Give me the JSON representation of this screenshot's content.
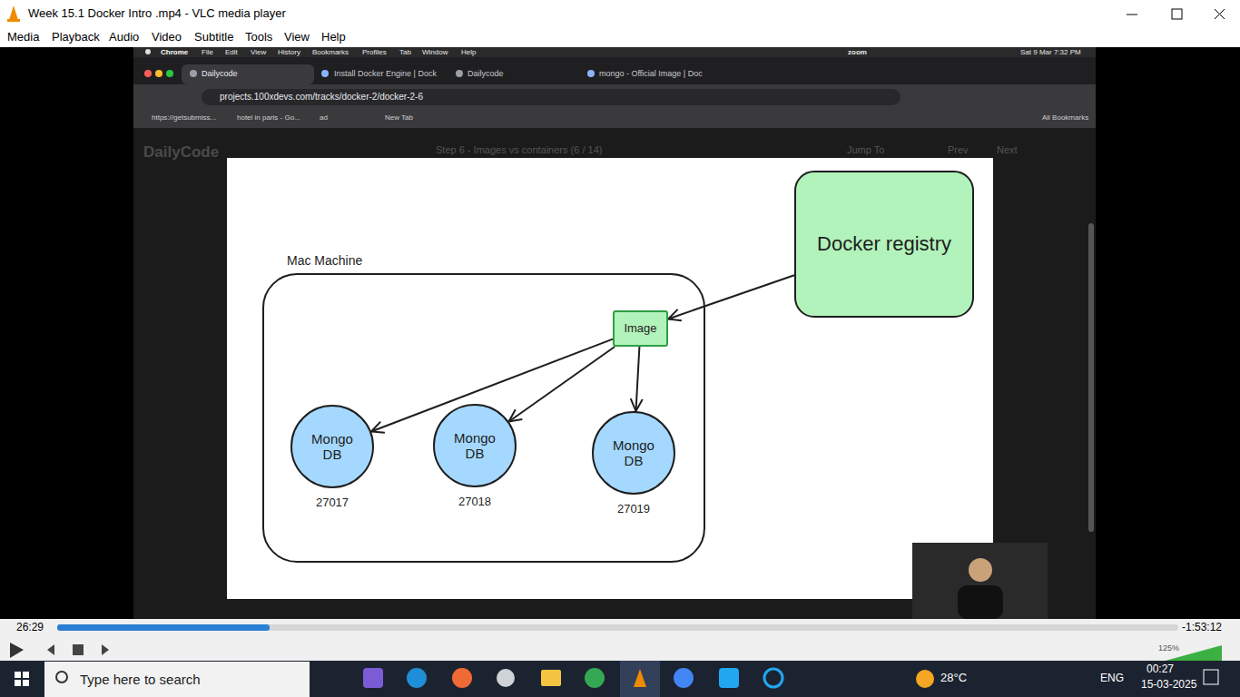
{
  "diagram": {
    "nodes": [
      {
        "text": [
          "Mac Machine"
        ]
      },
      {
        "text": [
          "Image"
        ],
        "in": 0
      },
      {
        "text": [
          "Mongo DB",
          "27017"
        ],
        "in": 0
      },
      {
        "text": [
          "Mongo DB",
          "27018"
        ],
        "in": 0
      },
      {
        "text": [
          "Mongo DB",
          "27019"
        ],
        "in": 0
      },
      {
        "text": [
          "Docker registry"
        ]
      }
    ],
    "edges": [
      {
        "from": 5,
        "to": 1,
        "arrow": "to"
      },
      {
        "from": 1,
        "to": 2,
        "arrow": "to"
      },
      {
        "from": 1,
        "to": 3,
        "arrow": "to"
      },
      {
        "from": 1,
        "to": 4,
        "arrow": "to"
      }
    ],
    "labels": [
      "Week 15.1 Docker Intro .mp4 - VLC media player",
      "Media",
      "Playback",
      "Audio",
      "Video",
      "Subtitle",
      "Tools",
      "View",
      "Help",
      "Chrome",
      "File",
      "Edit",
      "View",
      "History",
      "Bookmarks",
      "Profiles",
      "Tab",
      "Window",
      "Help",
      "zoom",
      "Sat 9 Mar 7:32 PM",
      "Dailycode",
      "Install Docker Engine | Dock",
      "Dailycode",
      "mongo - Official Image | Doc",
      "projects.100xdevs.com/tracks/docker-2/docker-2-6",
      "https://getsubmiss...",
      "hotel in paris - Go...",
      "ad",
      "New Tab",
      "All Bookmarks",
      "DailyCode",
      "Step 6 - Images vs containers (6 / 14)",
      "Jump To",
      "Prev",
      "Next",
      "26:29",
      "-1:53:12",
      "125%",
      "Type here to search",
      "28°C",
      "ENG",
      "00:27",
      "15-03-2025"
    ]
  }
}
